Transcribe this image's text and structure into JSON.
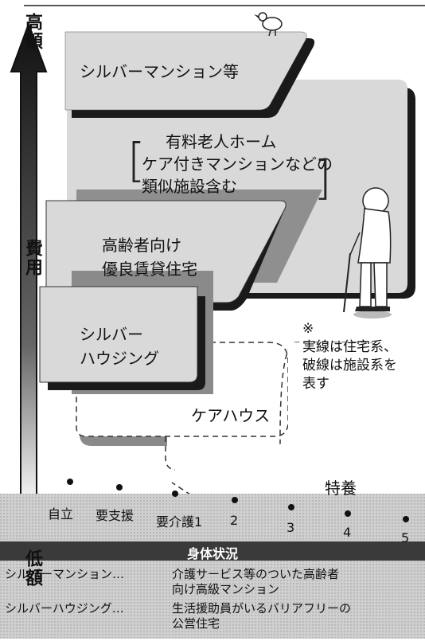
{
  "axis": {
    "top_label": "高額",
    "middle_label": "費用",
    "bottom_label": "低額",
    "x_title": "身体状況"
  },
  "facilities": {
    "silver_mansion": "シルバーマンション等",
    "paid_home_line1": "有料老人ホーム",
    "paid_home_line2": "ケア付きマンションなどの",
    "paid_home_line3": "類似施設含む",
    "elderly_rental_line1": "高齢者向け",
    "elderly_rental_line2": "優良賃貸住宅",
    "silver_housing_line1": "シルバー",
    "silver_housing_line2": "ハウジング",
    "care_house": "ケアハウス",
    "special_nursing": "特養"
  },
  "note": {
    "mark": "※",
    "line1": "実線は住宅系、",
    "line2": "破線は施設系を",
    "line3": "表す"
  },
  "levels": [
    "自立",
    "要支援",
    "要介護1",
    "2",
    "3",
    "4",
    "5"
  ],
  "legend": {
    "row1_term": "シルバーマンション…",
    "row1_desc_line1": "介護サービス等のついた高齢者",
    "row1_desc_line2": "向け高級マンション",
    "row2_term": "シルバーハウジング…",
    "row2_desc_line1": "生活援助員がいるバリアフリーの",
    "row2_desc_line2": "公営住宅"
  },
  "colors": {
    "block_face": "#d9d9d9",
    "block_shadow": "#1a1a1a",
    "bottom_band": "#c9c9c9",
    "title_bar": "#3a3a3a"
  }
}
